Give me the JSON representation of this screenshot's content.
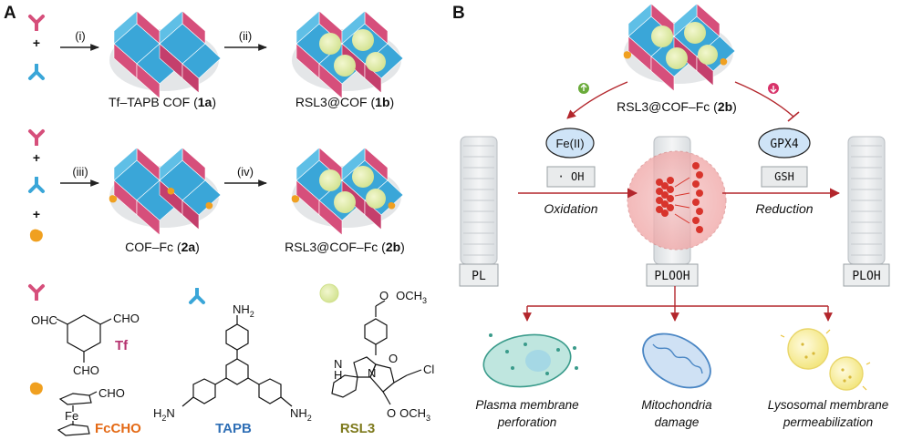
{
  "panels": {
    "a": "A",
    "b": "B"
  },
  "steps": [
    "(i)",
    "(ii)",
    "(iii)",
    "(iv)"
  ],
  "plus": "+",
  "cof_labels": {
    "c1a": {
      "name": "Tf–TAPB COF (",
      "code": "1a",
      "end": ")"
    },
    "c1b": {
      "name": "RSL3@COF (",
      "code": "1b",
      "end": ")"
    },
    "c2a": {
      "name": "COF–Fc (",
      "code": "2a",
      "end": ")"
    },
    "c2b": {
      "name": "RSL3@COF–Fc (",
      "code": "2b",
      "end": ")"
    },
    "top": {
      "name": "RSL3@COF–Fc (",
      "code": "2b",
      "end": ")"
    }
  },
  "structures": {
    "tf": {
      "name": "Tf",
      "groups": [
        "OHC",
        "CHO",
        "CHO"
      ],
      "color": "#b5326f"
    },
    "fc": {
      "name": "FcCHO",
      "groups": [
        "CHO",
        "Fe"
      ],
      "color": "#e46a16"
    },
    "tapb": {
      "name": "TAPB",
      "groups": [
        "NH",
        "2"
      ],
      "color": "#2f6fb6"
    },
    "rsl3": {
      "name": "RSL3",
      "groups": [
        "OCH",
        "3",
        "N",
        "H",
        "N",
        "O",
        "Cl",
        "O",
        "OCH",
        "3"
      ],
      "color": "#7e7a1d"
    }
  },
  "panel_b": {
    "fe": "Fe(II)",
    "oh": "· OH",
    "gpx4": "GPX4",
    "gsh": "GSH",
    "oxidation": "Oxidation",
    "reduction": "Reduction",
    "membranes": [
      "PL",
      "PLOOH",
      "PLOH"
    ],
    "outcomes": [
      [
        "Plasma membrane",
        "perforation"
      ],
      [
        "Mitochondria",
        "damage"
      ],
      [
        "Lysosomal membrane",
        "permeabilization"
      ]
    ]
  },
  "colors": {
    "cof_blue": "#3aa6d8",
    "cof_pink": "#d64f7b",
    "pore_yellow": "#e6efb4",
    "ferrocene": "#f0a020",
    "arrow_red": "#b3262c",
    "up_green": "#6aab3a",
    "down_pink": "#d8336a",
    "bubble_blue": "#cfe4f7",
    "membrane_grey": "#b8bdc2"
  }
}
